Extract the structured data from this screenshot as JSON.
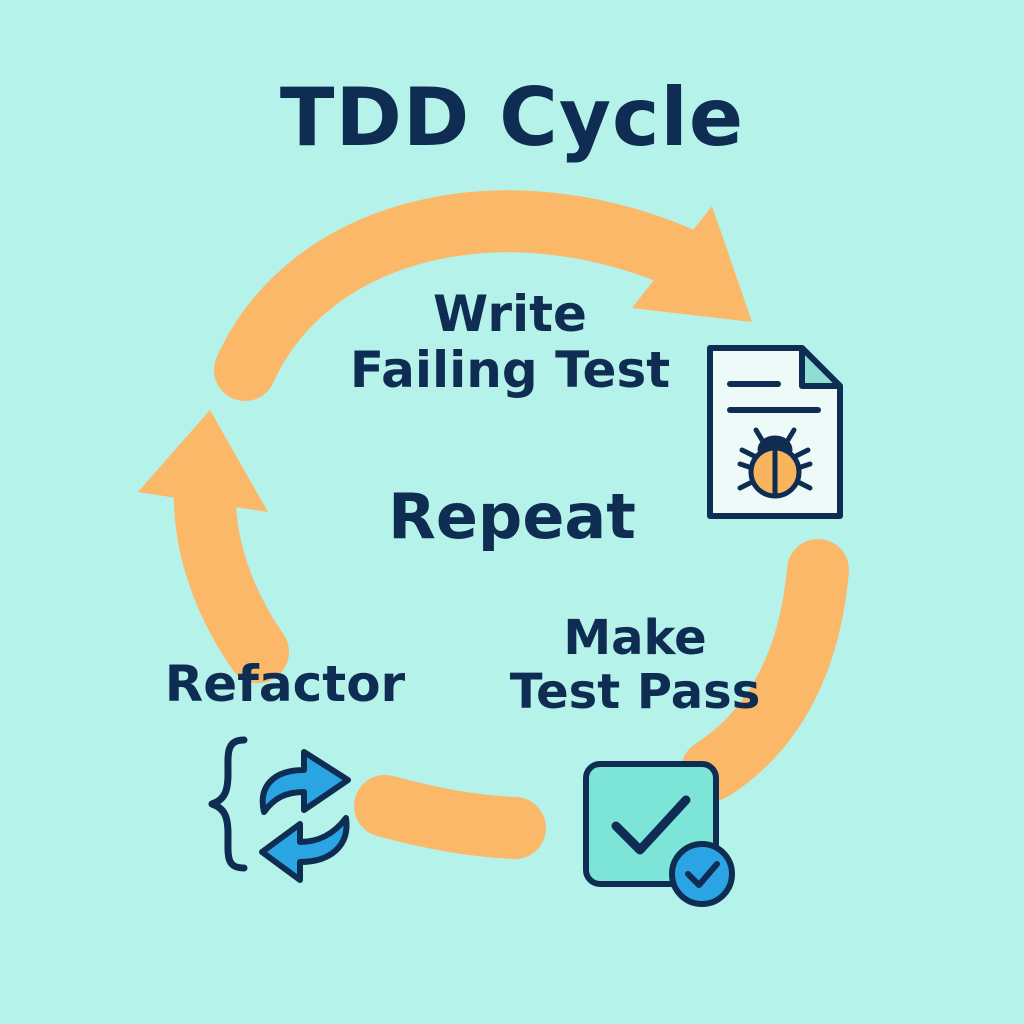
{
  "diagram": {
    "title": "TDD Cycle",
    "center_label": "Repeat",
    "steps": [
      {
        "id": "write",
        "lines": [
          "Write",
          "Failing Test"
        ],
        "icon": "bug-document-icon"
      },
      {
        "id": "pass",
        "lines": [
          "Make",
          "Test Pass"
        ],
        "icon": "check-box-icon"
      },
      {
        "id": "refactor",
        "lines": [
          "Refactor"
        ],
        "icon": "refactor-braces-icon"
      }
    ],
    "colors": {
      "background": "#b5f2e9",
      "arrow": "#fbb868",
      "text": "#0f2d52",
      "bug": "#f8b35d",
      "check_fill": "#7de4d8",
      "accent_blue": "#2aa4e2"
    }
  }
}
